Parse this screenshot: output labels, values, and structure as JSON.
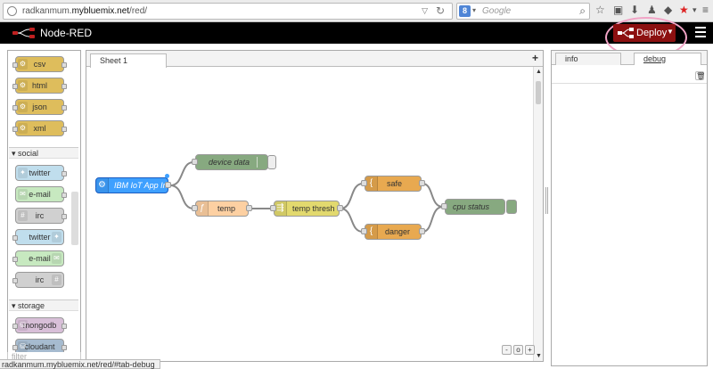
{
  "browser": {
    "url_prefix": "radkanmum.",
    "url_domain": "mybluemix.net",
    "url_path": "/red/",
    "search_engine": "Google",
    "search_placeholder": "Google"
  },
  "header": {
    "app_title": "Node-RED",
    "deploy_label": "Deploy"
  },
  "palette": {
    "filter_placeholder": "filter",
    "function_nodes": [
      "csv",
      "html",
      "json",
      "xml"
    ],
    "social_category": "social",
    "social_nodes": [
      "twitter",
      "e-mail",
      "irc",
      "twitter",
      "e-mail",
      "irc"
    ],
    "storage_category": "storage",
    "storage_nodes": [
      "mongodb",
      "cloudant"
    ]
  },
  "workspace": {
    "tab_label": "Sheet 1",
    "add_tab": "+",
    "nodes": {
      "iot_in": "IBM IoT App In",
      "device_data": "device data",
      "temp": "temp",
      "temp_thresh": "temp thresh",
      "safe": "safe",
      "danger": "danger",
      "cpu_status": "cpu status"
    },
    "zoom_buttons": [
      "-",
      "o",
      "+"
    ]
  },
  "sidebar": {
    "tabs": [
      "info",
      "debug"
    ],
    "active_tab": "debug"
  },
  "statusbar": {
    "text": "radkanmum.mybluemix.net/red/#tab-debug"
  },
  "colors": {
    "header_bg": "#000000",
    "deploy_bg": "#8c1010",
    "highlight_ring": "#f2a4c6",
    "iot_node": "#3ea0ff",
    "debug_node": "#87a980",
    "function_node": "#fdd0a2",
    "switch_node": "#e2d96e",
    "template_node": "#e8a950",
    "parser_node": "#debd5c",
    "twitter_node": "#c0deed",
    "email_node": "#c7e9c0",
    "irc_node": "#d0d0d0",
    "mongodb_node": "#d8bfd8"
  }
}
